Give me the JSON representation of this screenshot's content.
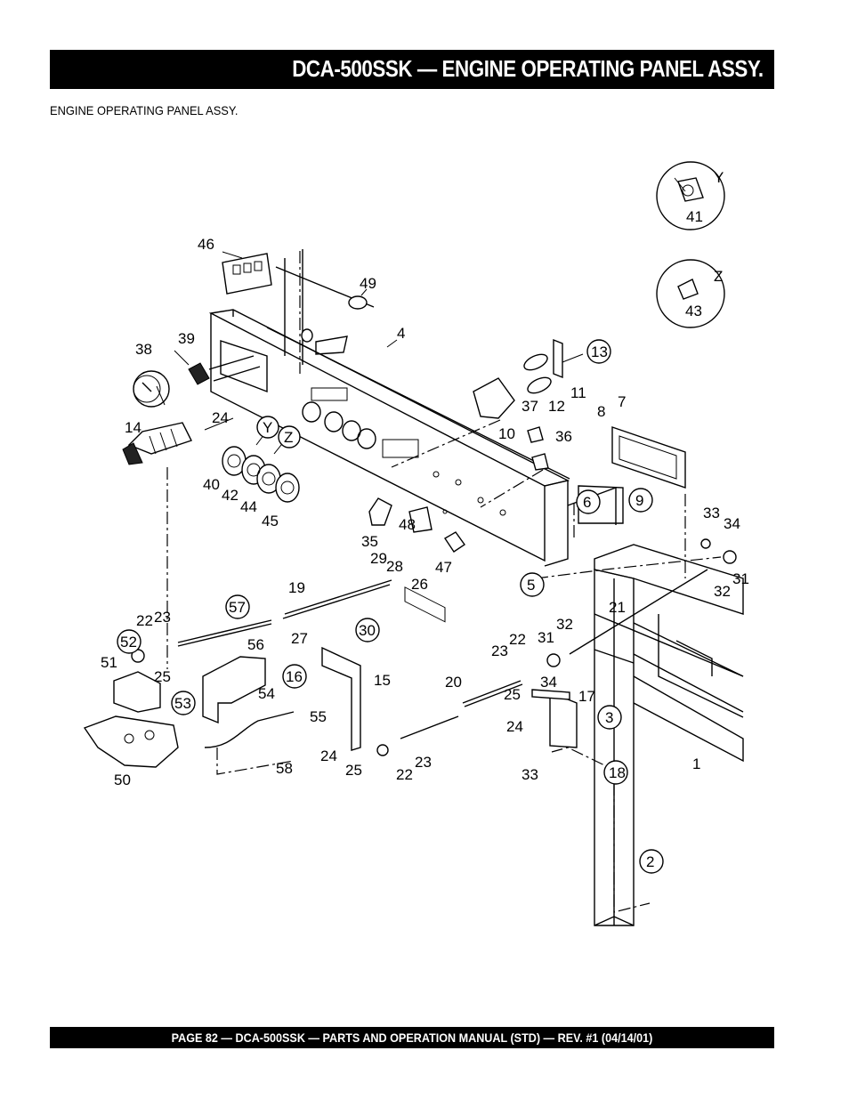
{
  "header": {
    "title": "DCA-500SSK — ENGINE OPERATING PANEL ASSY."
  },
  "section": {
    "subtitle": "ENGINE OPERATING PANEL ASSY."
  },
  "footer": {
    "text": "PAGE 82 — DCA-500SSK — PARTS AND OPERATION MANUAL (STD) — REV. #1  (04/14/01)"
  },
  "callouts": {
    "c1": "1",
    "c2": "2",
    "c3": "3",
    "c4": "4",
    "c5": "5",
    "c6": "6",
    "c7": "7",
    "c8": "8",
    "c9": "9",
    "c10": "10",
    "c11": "11",
    "c12": "12",
    "c13": "13",
    "c14": "14",
    "c15": "15",
    "c16": "16",
    "c17": "17",
    "c18": "18",
    "c19": "19",
    "c20": "20",
    "c21": "21",
    "c22a": "22",
    "c22b": "22",
    "c22c": "22",
    "c23a": "23",
    "c23b": "23",
    "c23c": "23",
    "c24a": "24",
    "c24b": "24",
    "c24c": "24",
    "c25a": "25",
    "c25b": "25",
    "c25c": "25",
    "c26": "26",
    "c27": "27",
    "c28": "28",
    "c29": "29",
    "c30": "30",
    "c31a": "31",
    "c31b": "31",
    "c32a": "32",
    "c32b": "32",
    "c33a": "33",
    "c33b": "33",
    "c34a": "34",
    "c34b": "34",
    "c35": "35",
    "c36": "36",
    "c37": "37",
    "c38": "38",
    "c39": "39",
    "c40": "40",
    "c41": "41",
    "c42": "42",
    "c43": "43",
    "c44": "44",
    "c45": "45",
    "c46": "46",
    "c47": "47",
    "c48": "48",
    "c49": "49",
    "c50": "50",
    "c51": "51",
    "c52": "52",
    "c53": "53",
    "c54": "54",
    "c55": "55",
    "c56": "56",
    "c57": "57",
    "c58": "58",
    "cY1": "Y",
    "cY2": "Y",
    "cZ1": "Z",
    "cZ2": "Z"
  }
}
